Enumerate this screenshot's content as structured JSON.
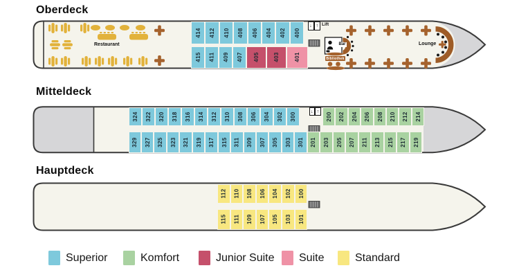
{
  "categories": {
    "superior": "#7ec9dc",
    "komfort": "#a9d2a1",
    "junior_suite": "#c5506b",
    "suite": "#ef92a6",
    "standard": "#f8e780"
  },
  "decks": [
    {
      "id": "oberdeck",
      "title": "Oberdeck",
      "labels": {
        "restaurant": "Restaurant",
        "lift": "Lift",
        "lift_down": "↓",
        "lift_up": "↑",
        "bar": "Bar",
        "bibliothek": "Bibliothek",
        "lounge": "Lounge"
      },
      "rows": [
        [
          {
            "n": "414",
            "c": "superior"
          },
          {
            "n": "412",
            "c": "superior"
          },
          {
            "n": "410",
            "c": "superior"
          },
          {
            "n": "408",
            "c": "superior"
          },
          {
            "n": "406",
            "c": "superior"
          },
          {
            "n": "404",
            "c": "superior"
          },
          {
            "n": "402",
            "c": "superior"
          },
          {
            "n": "400",
            "c": "superior"
          }
        ],
        [
          {
            "n": "415",
            "c": "superior"
          },
          {
            "n": "411",
            "c": "superior"
          },
          {
            "n": "409",
            "c": "superior"
          },
          {
            "n": "407",
            "c": "superior"
          },
          {
            "n": "405",
            "c": "junior_suite"
          },
          {
            "n": "403",
            "c": "junior_suite"
          },
          {
            "n": "401",
            "c": "suite"
          }
        ]
      ]
    },
    {
      "id": "mitteldeck",
      "title": "Mitteldeck",
      "labels": {
        "lift_down": "↓",
        "lift_up": "↑"
      },
      "rows": [
        [
          {
            "n": "324",
            "c": "superior"
          },
          {
            "n": "322",
            "c": "superior"
          },
          {
            "n": "320",
            "c": "superior"
          },
          {
            "n": "318",
            "c": "superior"
          },
          {
            "n": "316",
            "c": "superior"
          },
          {
            "n": "314",
            "c": "superior"
          },
          {
            "n": "312",
            "c": "superior"
          },
          {
            "n": "310",
            "c": "superior"
          },
          {
            "n": "308",
            "c": "superior"
          },
          {
            "n": "306",
            "c": "superior"
          },
          {
            "n": "304",
            "c": "superior"
          },
          {
            "n": "302",
            "c": "superior"
          },
          {
            "n": "300",
            "c": "superior"
          },
          {
            "n": "200",
            "c": "komfort"
          },
          {
            "n": "202",
            "c": "komfort"
          },
          {
            "n": "204",
            "c": "komfort"
          },
          {
            "n": "206",
            "c": "komfort"
          },
          {
            "n": "208",
            "c": "komfort"
          },
          {
            "n": "210",
            "c": "komfort"
          },
          {
            "n": "212",
            "c": "komfort"
          },
          {
            "n": "214",
            "c": "komfort"
          }
        ],
        [
          {
            "n": "329",
            "c": "superior"
          },
          {
            "n": "327",
            "c": "superior"
          },
          {
            "n": "325",
            "c": "superior"
          },
          {
            "n": "323",
            "c": "superior"
          },
          {
            "n": "321",
            "c": "superior"
          },
          {
            "n": "319",
            "c": "superior"
          },
          {
            "n": "317",
            "c": "superior"
          },
          {
            "n": "315",
            "c": "superior"
          },
          {
            "n": "311",
            "c": "superior"
          },
          {
            "n": "309",
            "c": "superior"
          },
          {
            "n": "307",
            "c": "superior"
          },
          {
            "n": "305",
            "c": "superior"
          },
          {
            "n": "303",
            "c": "superior"
          },
          {
            "n": "301",
            "c": "superior"
          },
          {
            "n": "201",
            "c": "komfort"
          },
          {
            "n": "203",
            "c": "komfort"
          },
          {
            "n": "205",
            "c": "komfort"
          },
          {
            "n": "207",
            "c": "komfort"
          },
          {
            "n": "211",
            "c": "komfort"
          },
          {
            "n": "213",
            "c": "komfort"
          },
          {
            "n": "215",
            "c": "komfort"
          },
          {
            "n": "217",
            "c": "komfort"
          },
          {
            "n": "219",
            "c": "komfort"
          }
        ]
      ]
    },
    {
      "id": "hauptdeck",
      "title": "Hauptdeck",
      "labels": {},
      "rows": [
        [
          {
            "n": "112",
            "c": "standard"
          },
          {
            "n": "110",
            "c": "standard"
          },
          {
            "n": "108",
            "c": "standard"
          },
          {
            "n": "106",
            "c": "standard"
          },
          {
            "n": "104",
            "c": "standard"
          },
          {
            "n": "102",
            "c": "standard"
          },
          {
            "n": "100",
            "c": "standard"
          }
        ],
        [
          {
            "n": "115",
            "c": "standard"
          },
          {
            "n": "111",
            "c": "standard"
          },
          {
            "n": "109",
            "c": "standard"
          },
          {
            "n": "107",
            "c": "standard"
          },
          {
            "n": "105",
            "c": "standard"
          },
          {
            "n": "103",
            "c": "standard"
          },
          {
            "n": "101",
            "c": "standard"
          }
        ]
      ]
    }
  ],
  "legend": {
    "items": [
      {
        "label": "Superior",
        "category": "superior"
      },
      {
        "label": "Komfort",
        "category": "komfort"
      },
      {
        "label": "Junior Suite",
        "category": "junior_suite"
      },
      {
        "label": "Suite",
        "category": "suite"
      },
      {
        "label": "Standard",
        "category": "standard"
      }
    ]
  }
}
